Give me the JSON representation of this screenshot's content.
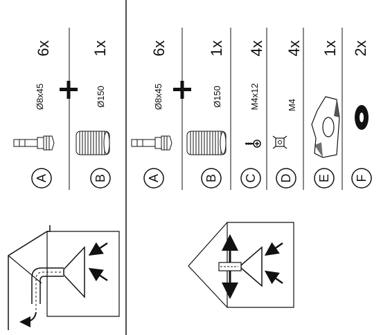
{
  "left_panel": {
    "parts": [
      {
        "letter": "A",
        "qty": "6x",
        "size": "Ø8x45",
        "icon": "anchor-screw-icon"
      },
      {
        "letter": "B",
        "qty": "1x",
        "size": "Ø150",
        "icon": "flexible-duct-icon"
      }
    ]
  },
  "right_panel": {
    "parts": [
      {
        "letter": "A",
        "qty": "6x",
        "size": "Ø8x45",
        "icon": "anchor-screw-icon"
      },
      {
        "letter": "B",
        "qty": "1x",
        "size": "Ø150",
        "icon": "flexible-duct-icon"
      },
      {
        "letter": "C",
        "qty": "4x",
        "size": "M4x12",
        "icon": "screw-icon"
      },
      {
        "letter": "D",
        "qty": "4x",
        "size": "M4",
        "icon": "cage-nut-icon"
      },
      {
        "letter": "E",
        "qty": "1x",
        "size": "",
        "icon": "duct-adapter-icon"
      },
      {
        "letter": "F",
        "qty": "2x",
        "size": "",
        "icon": "rubber-ring-icon"
      }
    ]
  }
}
